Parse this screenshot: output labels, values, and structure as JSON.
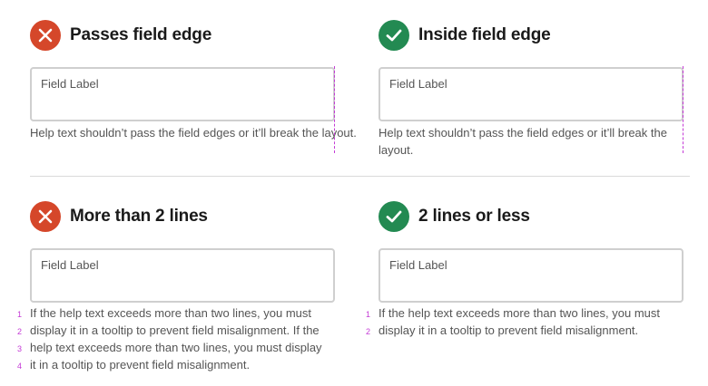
{
  "examples": [
    {
      "status": "incorrect",
      "title": "Passes field edge",
      "field_label": "Field Label",
      "help_text": "Help text shouldn’t pass the field edges or it’ll break the layout."
    },
    {
      "status": "correct",
      "title": "Inside field edge",
      "field_label": "Field Label",
      "help_text": "Help text shouldn’t pass the field edges or it’ll break the layout."
    },
    {
      "status": "incorrect",
      "title": "More than 2 lines",
      "field_label": "Field Label",
      "help_lines": [
        {
          "num": "1",
          "text": "If the help text exceeds more than two lines, you must"
        },
        {
          "num": "2",
          "text": "display it in a tooltip to prevent field misalignment. If the"
        },
        {
          "num": "3",
          "text": "help text exceeds more than two lines, you must display"
        },
        {
          "num": "4",
          "text": "it in a tooltip to prevent field misalignment."
        }
      ]
    },
    {
      "status": "correct",
      "title": "2 lines or less",
      "field_label": "Field Label",
      "help_lines": [
        {
          "num": "1",
          "text": "If the help text exceeds more than two lines, you must"
        },
        {
          "num": "2",
          "text": "display it in a tooltip to prevent field misalignment."
        }
      ]
    }
  ],
  "icons": {
    "incorrect": "close-x-icon",
    "correct": "checkmark-icon"
  },
  "colors": {
    "incorrect": "#d5472a",
    "correct": "#238a52",
    "guide": "#c43ad6",
    "border": "#cfcfcf"
  }
}
